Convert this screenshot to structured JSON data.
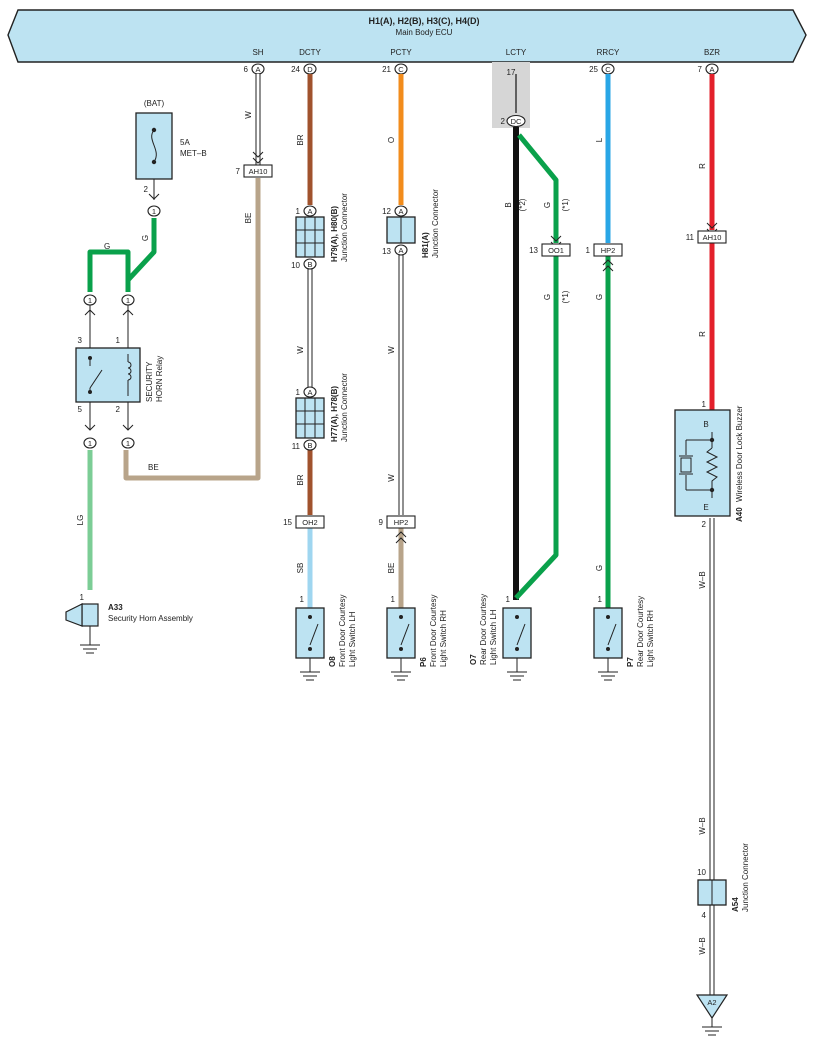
{
  "ecu": {
    "title": "H1(A), H2(B), H3(C), H4(D)",
    "subtitle": "Main Body ECU"
  },
  "terminals": {
    "sh": {
      "name": "SH",
      "pin": "6",
      "conn": "A"
    },
    "dcty": {
      "name": "DCTY",
      "pin": "24",
      "conn": "D"
    },
    "pcty": {
      "name": "PCTY",
      "pin": "21",
      "conn": "C"
    },
    "lcty": {
      "name": "LCTY",
      "pin": "17",
      "pin2": "2",
      "conn": "DC"
    },
    "rrcy": {
      "name": "RRCY",
      "pin": "25",
      "conn": "C"
    },
    "bzr": {
      "name": "BZR",
      "pin": "7",
      "conn": "A"
    }
  },
  "fuse": {
    "label": "(BAT)",
    "rating": "5A",
    "name": "MET–B",
    "pin": "2",
    "conn": "1"
  },
  "relay": {
    "name1": "SECURITY",
    "name2": "HORN Relay",
    "pin3": "3",
    "pin1": "1",
    "pin5": "5",
    "pin2": "2",
    "conn": "1"
  },
  "connectors": {
    "ah10_top": {
      "pin": "7",
      "label": "AH10"
    },
    "ah10_bzr": {
      "pin": "11",
      "label": "AH10"
    },
    "oh2": {
      "pin": "15",
      "label": "OH2"
    },
    "hp2_p": {
      "pin": "9",
      "label": "HP2"
    },
    "oo1": {
      "pin": "13",
      "label": "OO1"
    },
    "hp2_r": {
      "pin": "1",
      "label": "HP2"
    }
  },
  "junctions": {
    "h79": {
      "code": "H79(A), H80(B)",
      "name": "Junction Connector",
      "pin_top": "1",
      "conn_top": "A",
      "pin_bot": "10",
      "conn_bot": "B"
    },
    "h77": {
      "code": "H77(A), H78(B)",
      "name": "Junction Connector",
      "pin_top": "1",
      "conn_top": "A",
      "pin_bot": "11",
      "conn_bot": "B"
    },
    "h81": {
      "code": "H81(A)",
      "name": "Junction Connector",
      "pin_top": "12",
      "conn_top": "A",
      "pin_bot": "13",
      "conn_bot": "A"
    },
    "a54": {
      "code": "A54",
      "name": "Junction Connector",
      "pin_top": "10",
      "pin_bot": "4"
    }
  },
  "components": {
    "a33": {
      "code": "A33",
      "name": "Security Horn Assembly",
      "pin": "1"
    },
    "o8": {
      "code": "O8",
      "name1": "Front Door Courtesy",
      "name2": "Light Switch LH",
      "pin": "1"
    },
    "p6": {
      "code": "P6",
      "name1": "Front Door Courtesy",
      "name2": "Light Switch RH",
      "pin": "1"
    },
    "o7": {
      "code": "O7",
      "name1": "Rear Door Courtesy",
      "name2": "Light Switch LH",
      "pin": "1"
    },
    "p7": {
      "code": "P7",
      "name1": "Rear Door Courtesy",
      "name2": "Light Switch RH",
      "pin": "1"
    },
    "a40": {
      "code": "A40",
      "name": "Wireless Door Lock Buzzer",
      "pin1": "1",
      "pin2": "2",
      "term_b": "B",
      "term_e": "E"
    }
  },
  "ground": {
    "label": "A2"
  },
  "wires": {
    "w": "W",
    "be": "BE",
    "br": "BR",
    "o": "O",
    "g": "G",
    "lg": "LG",
    "sb": "SB",
    "b": "B",
    "l": "L",
    "r": "R",
    "wb": "W–B",
    "note": "(*1)",
    "note2": "(*2)"
  },
  "colors": {
    "ecu_fill": "#bde3f2",
    "green": "#0aa14b",
    "light_green": "#7ccd96",
    "brown": "#a0522d",
    "beige": "#b8a48a",
    "orange": "#f28c1c",
    "blue": "#29a6e6",
    "light_blue": "#9fd6f0",
    "red": "#e3202b",
    "black": "#111111"
  }
}
